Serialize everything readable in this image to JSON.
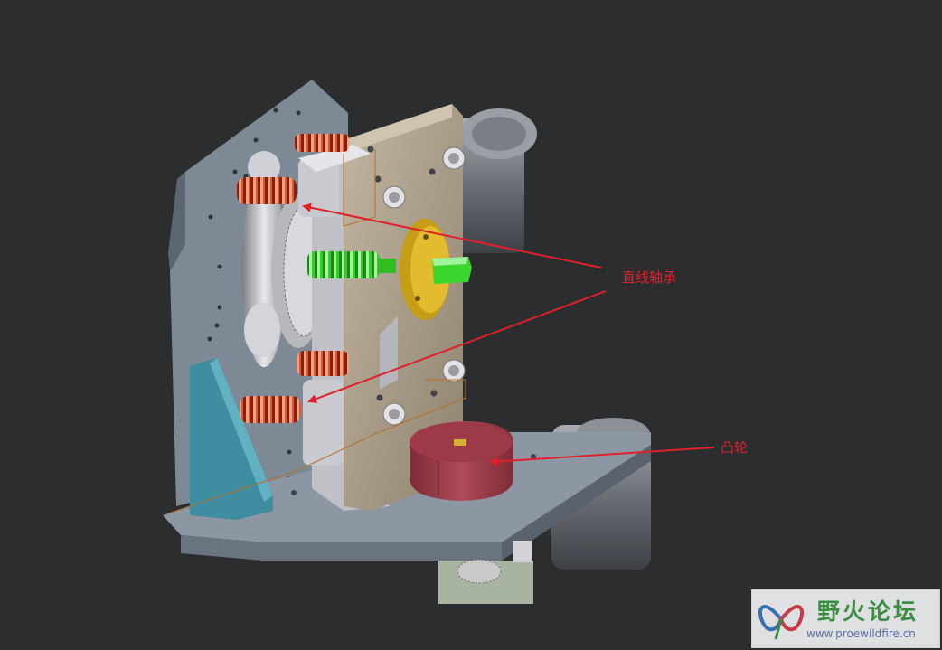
{
  "callouts": {
    "linear_bearing": "直线轴承",
    "cam": "凸轮"
  },
  "watermark": {
    "title": "野火论坛",
    "url": "www.proewildfire.cn"
  },
  "colors": {
    "background": "#2b2d2f",
    "callout_red": "#e0202a",
    "plate_blue_gray": "#7d8896",
    "bracket_teal": "#3e8da0",
    "carriage_tan": "#a89a86",
    "spring_red": "#c8301e",
    "screw_green": "#35d62a",
    "cam_maroon": "#9c3a48",
    "nut_gold": "#d4aa1e",
    "motor_gray": "#8a8e94"
  }
}
